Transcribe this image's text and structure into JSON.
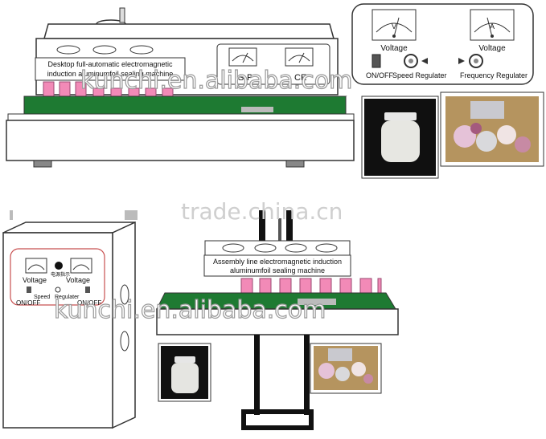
{
  "top_machine": {
    "label_line1": "Desktop full-automatic  electromagnetic",
    "label_line2": "induction aluminumfoil sealing machine",
    "panel_buttons": {
      "left": "S·P",
      "right": "CE"
    }
  },
  "control_panel": {
    "voltage_left": "Voltage",
    "voltage_right": "Voltage",
    "switch_label": "ON/OFF",
    "speed_label": "Speed Regulater",
    "frequency_label": "Frequency Regulater",
    "meter_v": "V",
    "meter_a": "A"
  },
  "cabinet": {
    "voltage_left": "Voltage",
    "voltage_right": "Voltage",
    "small_caption": "电源指示",
    "onoff_left": "ON/OFF",
    "onoff_right": "ON/OFF",
    "speed": "Speed",
    "regulater": "Regulater"
  },
  "line_machine": {
    "label_line1": "Assembly line electromagnetic induction",
    "label_line2": "aluminumfoil sealing machine"
  },
  "watermarks": {
    "kunchi": "kunchi.en.alibaba.com",
    "trade": "trade.china.cn"
  },
  "colors": {
    "belt": "#1e7a32",
    "bottle_pink": "#f28ab7",
    "outline": "#333333",
    "watermark": "#c8c8c8"
  }
}
